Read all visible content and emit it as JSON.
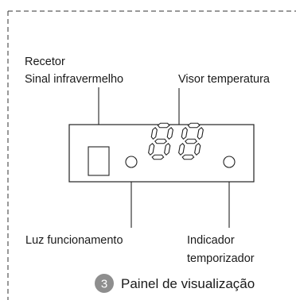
{
  "labels": {
    "receiver_line1": "Recetor",
    "receiver_line2": "Sinal infravermelho",
    "temperature_display": "Visor temperatura",
    "operation_light": "Luz funcionamento",
    "timer_line1": "Indicador",
    "timer_line2": "temporizador"
  },
  "caption": {
    "number": "3",
    "text": "Painel de visualização"
  },
  "display": {
    "digit_count": 2,
    "segments_shown": "all"
  }
}
